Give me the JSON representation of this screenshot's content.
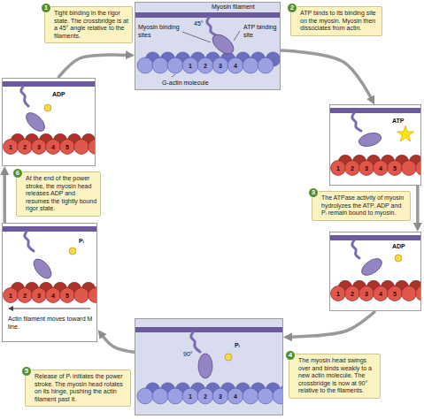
{
  "diagram": {
    "nodes": [
      {
        "text": [
          "Tight binding in the rigor state. The crossbridge is at a 45° angle relative to the filaments."
        ]
      },
      {
        "text": [
          "1"
        ],
        "in": 0
      },
      {
        "text": [
          "Myosin filament",
          "Myosin binding sites",
          "ATP binding site",
          "G-actin molecule",
          "45°"
        ]
      },
      {
        "text": [
          "ATP binds to its binding site on the myosin. Myosin then dissociates from actin."
        ]
      },
      {
        "text": [
          "2"
        ],
        "in": 3
      },
      {
        "text": [
          "ATP"
        ]
      },
      {
        "text": [
          "The ATPase activity of myosin hydrolyzes the ATP. ADP and Pᵢ remain bound to myosin."
        ]
      },
      {
        "text": [
          "3"
        ],
        "in": 6
      },
      {
        "text": [
          "ADP"
        ]
      },
      {
        "text": [
          "The myosin head swings over and binds weakly to a new actin molecule. The crossbridge is now at 90° relative to the filaments."
        ]
      },
      {
        "text": [
          "4"
        ],
        "in": 9
      },
      {
        "text": [
          "90°",
          "Pᵢ"
        ]
      },
      {
        "text": [
          "Release of Pᵢ initiates the power stroke. The myosin head rotates on its hinge, pushing the actin filament past it."
        ]
      },
      {
        "text": [
          "5"
        ],
        "in": 12
      },
      {
        "text": [
          "Pᵢ",
          "Actin filament moves toward M line."
        ]
      },
      {
        "text": [
          "At the end of the power stroke, the myosin head releases ADP and resumes the tightly bound rigor state."
        ]
      },
      {
        "text": [
          "6"
        ],
        "in": 15
      },
      {
        "text": [
          "ADP"
        ]
      }
    ],
    "edges": [
      {
        "from": 2,
        "to": 5,
        "arrow": "to"
      },
      {
        "from": 5,
        "to": 8,
        "arrow": "to"
      },
      {
        "from": 8,
        "to": 11,
        "arrow": "to"
      },
      {
        "from": 11,
        "to": 14,
        "arrow": "to"
      },
      {
        "from": 14,
        "to": 17,
        "arrow": "to"
      },
      {
        "from": 17,
        "to": 2,
        "arrow": "to"
      }
    ],
    "labels": [
      "1",
      "2",
      "3",
      "4",
      "1",
      "2",
      "3",
      "4",
      "5",
      "1",
      "2",
      "3",
      "4",
      "5",
      "1",
      "2",
      "3",
      "4",
      "1",
      "2",
      "3",
      "4",
      "5",
      "1",
      "2",
      "3",
      "4",
      "5"
    ]
  }
}
